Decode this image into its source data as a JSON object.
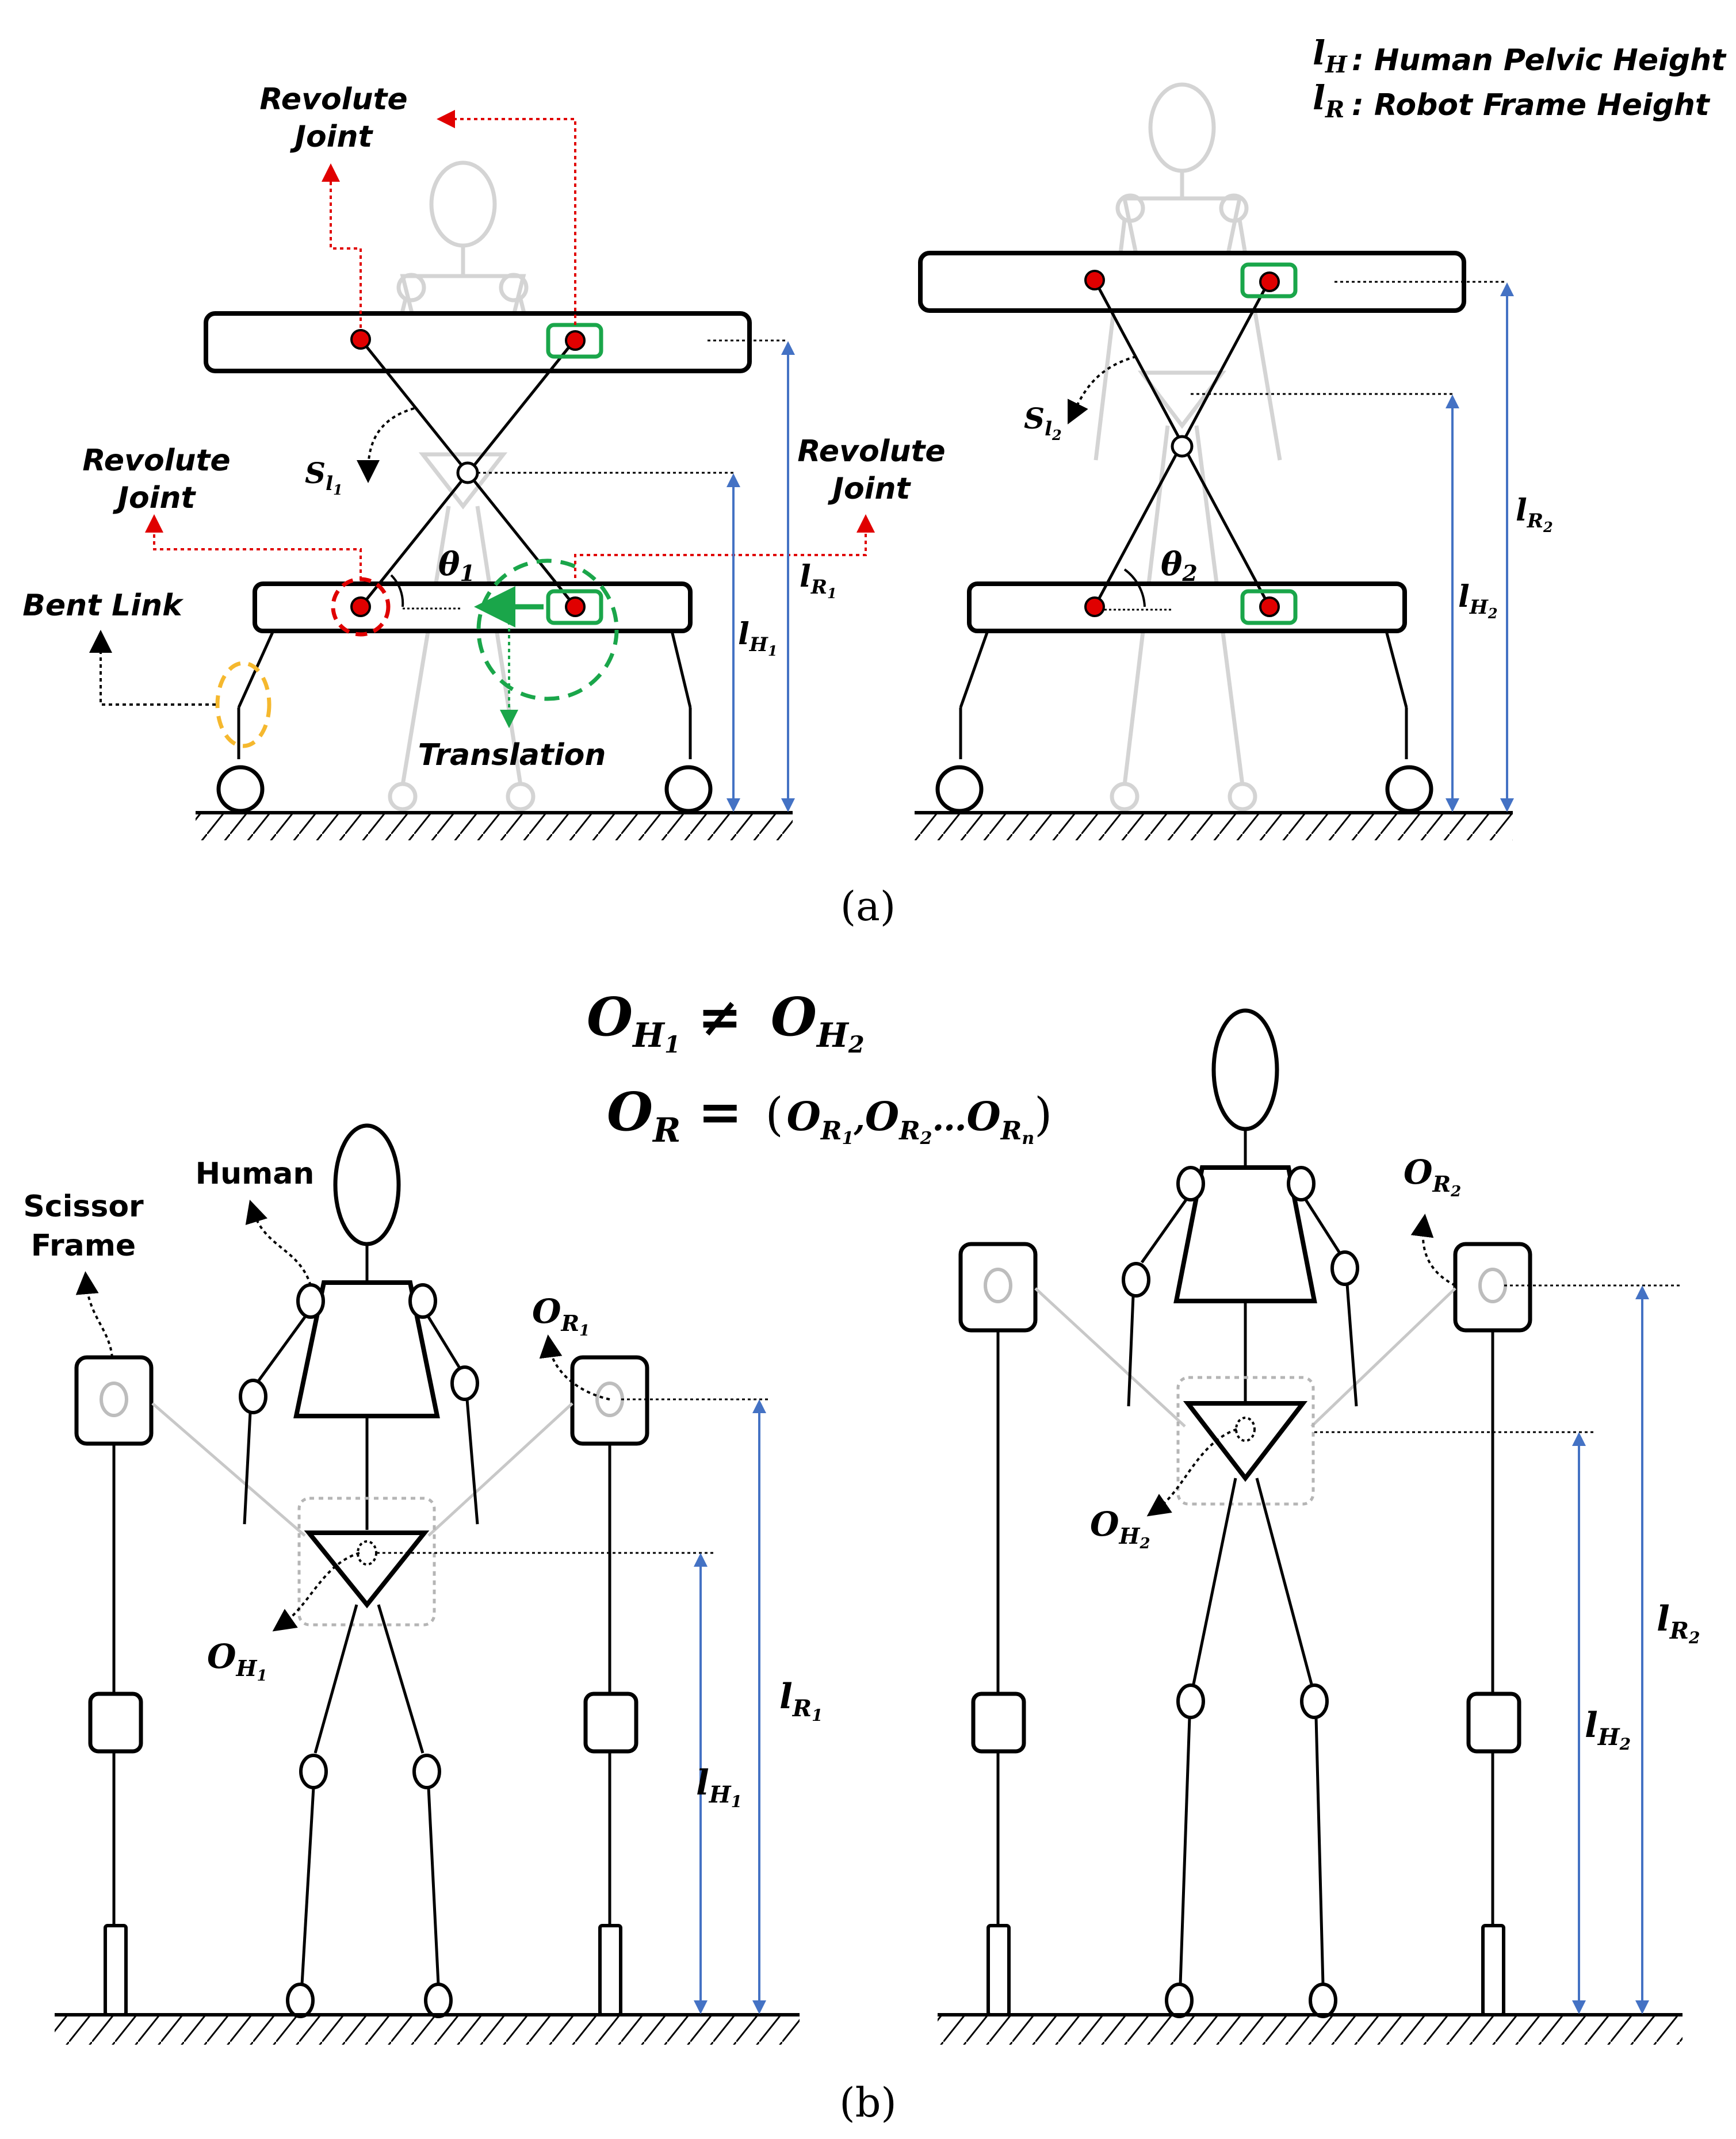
{
  "legend": {
    "lh_symbol": "l",
    "lh_sub": "H",
    "lh_text": ": Human Pelvic Height",
    "lr_symbol": "l",
    "lr_sub": "R",
    "lr_text": ": Robot Frame Height"
  },
  "panel_a": {
    "caption": "(a)",
    "revolute_top_1": "Revolute",
    "revolute_top_2": "Joint",
    "revolute_left_1": "Revolute",
    "revolute_left_2": "Joint",
    "revolute_right_1": "Revolute",
    "revolute_right_2": "Joint",
    "bent_link": "Bent Link",
    "translation": "Translation",
    "s1": "S",
    "s1_sub": "l",
    "s1_subsub": "1",
    "s2": "S",
    "s2_sub": "l",
    "s2_subsub": "2",
    "theta1": "θ",
    "theta1_sub": "1",
    "theta2": "θ",
    "theta2_sub": "2",
    "lr1": "l",
    "lr1_sub": "R",
    "lr1_subsub": "1",
    "lh1": "l",
    "lh1_sub": "H",
    "lh1_subsub": "1",
    "lr2": "l",
    "lr2_sub": "R",
    "lr2_subsub": "2",
    "lh2": "l",
    "lh2_sub": "H",
    "lh2_subsub": "2"
  },
  "panel_b": {
    "caption": "(b)",
    "eq1_left": "O",
    "eq1_left_sub": "H",
    "eq1_left_subsub": "1",
    "eq1_op": "≠",
    "eq1_right": "O",
    "eq1_right_sub": "H",
    "eq1_right_subsub": "2",
    "eq2_left": "O",
    "eq2_left_sub": "R",
    "eq2_op": "=",
    "eq2_open": "(",
    "eq2_o1": "O",
    "eq2_o1_sub": "R",
    "eq2_o1_subsub": "1",
    "eq2_comma": ",",
    "eq2_o2": "O",
    "eq2_o2_sub": "R",
    "eq2_o2_subsub": "2",
    "eq2_dots": "…",
    "eq2_on": "O",
    "eq2_on_sub": "R",
    "eq2_on_subsub": "n",
    "eq2_close": ")",
    "human": "Human",
    "scissor_1": "Scissor",
    "scissor_2": "Frame",
    "or1": "O",
    "or1_sub": "R",
    "or1_subsub": "1",
    "or2": "O",
    "or2_sub": "R",
    "or2_subsub": "2",
    "oh1": "O",
    "oh1_sub": "H",
    "oh1_subsub": "1",
    "oh2": "O",
    "oh2_sub": "H",
    "oh2_subsub": "2",
    "lr1": "l",
    "lr1_sub": "R",
    "lr1_subsub": "1",
    "lh1": "l",
    "lh1_sub": "H",
    "lh1_subsub": "1",
    "lr2": "l",
    "lr2_sub": "R",
    "lr2_subsub": "2",
    "lh2": "l",
    "lh2_sub": "H",
    "lh2_subsub": "2"
  },
  "colors": {
    "joint_red": "#e00000",
    "joint_green": "#1aa64a",
    "arrow_red": "#e00000",
    "dim_blue": "#4472c4",
    "bent_orange": "#f5b82e",
    "ghost_gray": "#cfcfcf"
  }
}
